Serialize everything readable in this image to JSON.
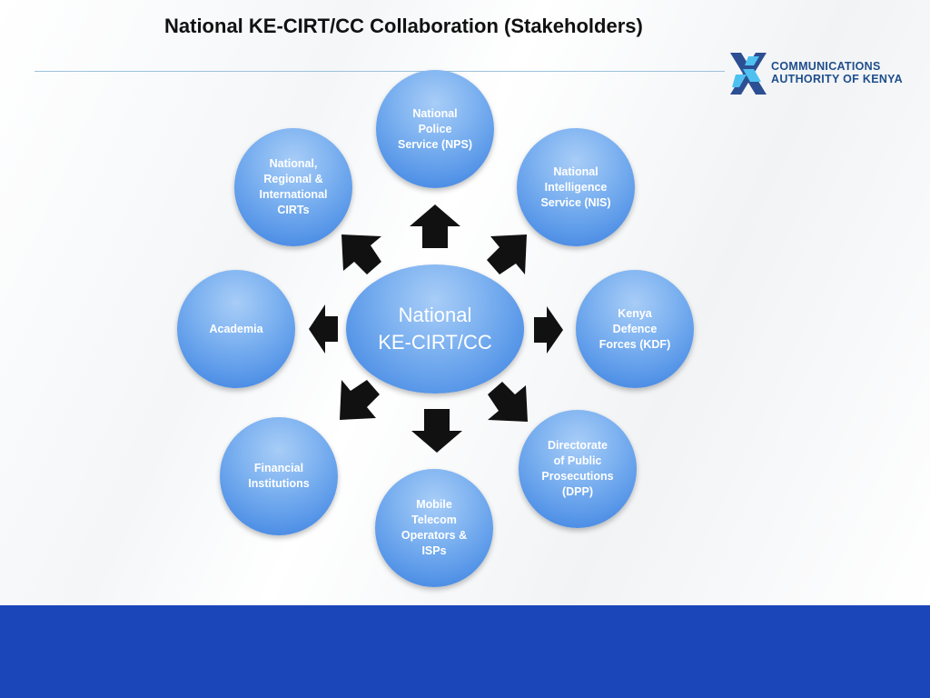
{
  "slide": {
    "title": "National KE-CIRT/CC Collaboration (Stakeholders)"
  },
  "logo": {
    "line1": "COMMUNICATIONS",
    "line2": "AUTHORITY OF KENYA",
    "icon": "ca-kenya-x-logo-icon"
  },
  "diagram": {
    "center": "National\nKE-CIRT/CC",
    "stakeholders": {
      "nps": "National\nPolice\nService (NPS)",
      "nis": "National\nIntelligence\nService (NIS)",
      "kdf": "Kenya\nDefence\nForces (KDF)",
      "dpp": "Directorate\nof Public\nProsecutions\n(DPP)",
      "mobile": "Mobile\nTelecom\nOperators &\nISPs",
      "financial": "Financial\nInstitutions",
      "academia": "Academia",
      "cirts": "National,\nRegional &\nInternational\nCIRTs"
    }
  },
  "colors": {
    "node_blue": "#5b9be8",
    "footer_blue": "#1b46b9",
    "arrow_black": "#111111"
  }
}
